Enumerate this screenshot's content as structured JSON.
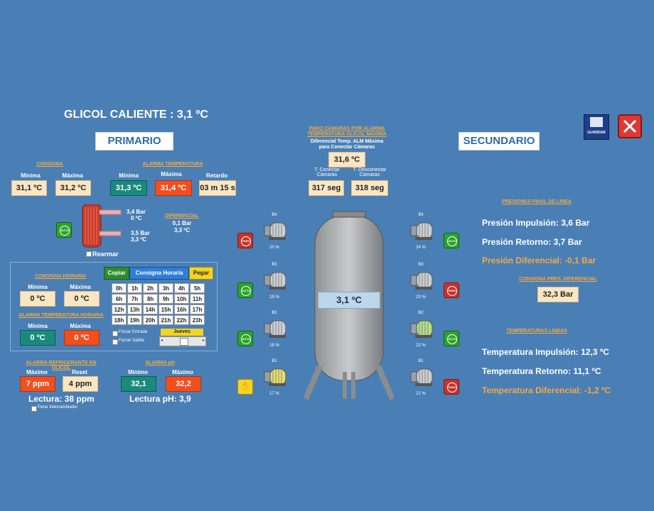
{
  "header": {
    "title": "GLICOL CALIENTE : 3,1 ºC"
  },
  "sections": {
    "primario": "PRIMARIO",
    "secundario": "SECUNDARIO"
  },
  "toolbar": {
    "save_label": "GUARDAR"
  },
  "consigna": {
    "title": "CONSIGNA",
    "min_label": "Mínima",
    "max_label": "Máxima",
    "min_value": "31,1 ºC",
    "max_value": "31,2 ºC"
  },
  "alarma_temp": {
    "title": "ALARMA TEMPERATURA",
    "min_label": "Mínima",
    "max_label": "Máxima",
    "retardo_label": "Retardo",
    "min_value": "31,3 ºC",
    "max_value": "31,4 ºC",
    "retardo_value": "03 m 15 s"
  },
  "exchanger": {
    "in_bar": "3,4 Bar",
    "in_temp": "0 ºC",
    "out_bar": "3,5 Bar",
    "out_temp": "3,3 ºC",
    "diff_title": "DIFERENCIAL",
    "diff_bar": "0,1 Bar",
    "diff_temp": "3,3 ºC",
    "auto": "AUTO",
    "rearmar": "Rearmar"
  },
  "consigna_horaria": {
    "title": "CONSIGNA HORARIA",
    "min_label": "Mínima",
    "max_label": "Máxima",
    "min_value": "0 ºC",
    "max_value": "0 ºC",
    "alarm_title": "ALARMA TEMPERATURA HORARIA",
    "alarm_min_label": "Mínima",
    "alarm_max_label": "Máxima",
    "alarm_min_value": "0 ºC",
    "alarm_max_value": "0 ºC",
    "copy": "Copiar",
    "consigna": "Consigna Horaria",
    "paste": "Pegar",
    "hours": [
      "0h",
      "1h",
      "2h",
      "3h",
      "4h",
      "5h",
      "6h",
      "7h",
      "8h",
      "9h",
      "10h",
      "11h",
      "12h",
      "13h",
      "14h",
      "15h",
      "16h",
      "17h",
      "18h",
      "19h",
      "20h",
      "21h",
      "22h",
      "23h"
    ],
    "forzar_entrada": "Forzar Entrada",
    "forzar_salida": "Forzar Salida",
    "day": "Jueves"
  },
  "refrigerante": {
    "title": "ALARMA REFRIGERANTE EN GLICOL",
    "max_label": "Máximo",
    "reset_label": "Reset",
    "max_value": "7 ppm",
    "reset_value": "4 ppm",
    "lectura": "Lectura: 38 ppm",
    "parar": "Parar Intercambiador"
  },
  "ph": {
    "title": "ALARMA pH",
    "min_label": "Mínimo",
    "max_label": "Máximo",
    "min_value": "32,1",
    "max_value": "32,2",
    "lectura": "Lectura pH: 3,9"
  },
  "camaras": {
    "title_line1": "PARO CÁMARAS POR ALARMA",
    "title_line2": "TEMPERATURA GLICOL MÁXIMA",
    "diff_line1": "Diferencial Temp. ALM Máxima",
    "diff_line2": "para Conectar Cámaras",
    "diff_value": "31,6 ºC",
    "conectar_label1": "T. Conectar",
    "conectar_label2": "Cámaras",
    "conectar_value": "317 seg",
    "desconectar_label1": "T. Desconectar",
    "desconectar_label2": "Cámaras",
    "desconectar_value": "318 seg"
  },
  "tank": {
    "temp": "3,1 ºC"
  },
  "pumps_left": [
    {
      "name": "B4",
      "pct": "20 %",
      "btn": "PARO",
      "btn_color": "red"
    },
    {
      "name": "B3",
      "pct": "19 %",
      "btn": "AUTO",
      "btn_color": "green"
    },
    {
      "name": "B2",
      "pct": "18 %",
      "btn": "AUTO",
      "btn_color": "green"
    },
    {
      "name": "B1",
      "pct": "17 %",
      "btn": "",
      "btn_color": "yellow"
    }
  ],
  "pumps_right": [
    {
      "name": "B4",
      "pct": "24 %",
      "btn": "AUTO",
      "btn_color": "green"
    },
    {
      "name": "B3",
      "pct": "23 %",
      "btn": "PARO",
      "btn_color": "red"
    },
    {
      "name": "B2",
      "pct": "22 %",
      "btn": "AUTO",
      "btn_color": "green"
    },
    {
      "name": "B1",
      "pct": "21 %",
      "btn": "PARO",
      "btn_color": "red"
    }
  ],
  "presiones": {
    "title": "PRESIONES FINAL DE LINEA",
    "impulsion": "Presión Impulsión: 3,6 Bar",
    "retorno": "Presión Retorno: 3,7 Bar",
    "diferencial": "Presión Diferencial: -0,1 Bar",
    "consigna_title": "CONSIGNA PRES. DIFERENCIAL",
    "consigna_value": "32,3 Bar"
  },
  "temperaturas": {
    "title": "TEMPERATURAS LINEAS",
    "impulsion": "Temperatura Impulsión: 12,3 ºC",
    "retorno": "Temperatura Retorno: 11,1 ºC",
    "diferencial": "Temperatura Diferencial: -1,2 ºC"
  },
  "colors": {
    "background": "#4a7fb5",
    "accent_orange": "#f4a940",
    "cream": "#fbe6c4",
    "teal": "#1a8a7c",
    "alarm_red": "#f04f1e"
  }
}
